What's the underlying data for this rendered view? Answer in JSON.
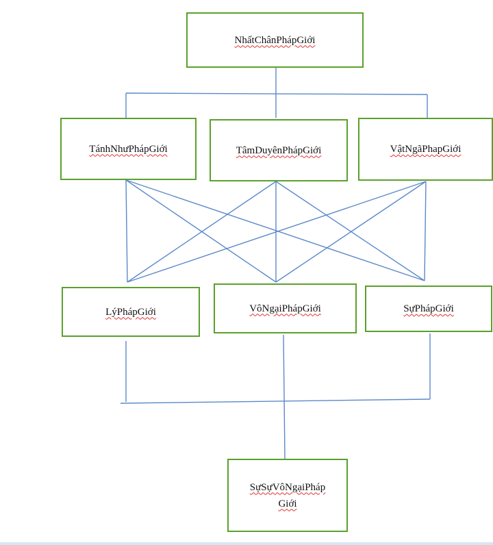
{
  "diagram": {
    "line_color": "#5b88c9",
    "box_border_color": "#5aa02c",
    "spellcheck_underline_color": "#e03030",
    "nodes": {
      "root": "NhấtChânPhápGiới",
      "tanh_nhu": "TánhNhưPhápGiới",
      "tam_duyen": "TâmDuyênPhápGiới",
      "vat_nga": "VậtNgãPhapGiới",
      "ly": "LýPhápGiới",
      "vo_ngai": "VôNgạiPhápGiới",
      "su": "SựPhápGiới",
      "su_su_line1": "SựSựVôNgạiPháp",
      "su_su_line2": "Giới"
    },
    "edges": [
      [
        "root",
        "tanh_nhu"
      ],
      [
        "root",
        "tam_duyen"
      ],
      [
        "root",
        "vat_nga"
      ],
      [
        "tanh_nhu",
        "ly"
      ],
      [
        "tanh_nhu",
        "vo_ngai"
      ],
      [
        "tanh_nhu",
        "su"
      ],
      [
        "tam_duyen",
        "ly"
      ],
      [
        "tam_duyen",
        "vo_ngai"
      ],
      [
        "tam_duyen",
        "su"
      ],
      [
        "vat_nga",
        "ly"
      ],
      [
        "vat_nga",
        "vo_ngai"
      ],
      [
        "vat_nga",
        "su"
      ],
      [
        "ly",
        "su_su"
      ],
      [
        "vo_ngai",
        "su_su"
      ],
      [
        "su",
        "su_su"
      ]
    ]
  }
}
